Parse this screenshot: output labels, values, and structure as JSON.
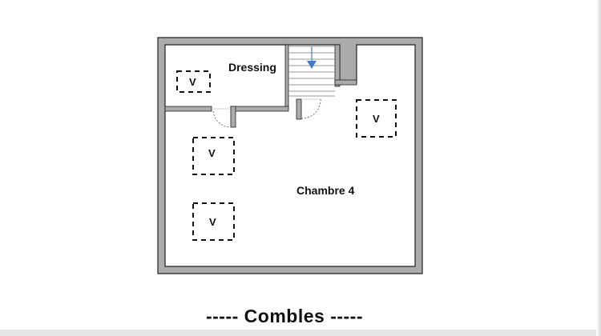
{
  "plan": {
    "rooms": {
      "dressing": "Dressing",
      "bedroom": "Chambre 4"
    },
    "velux_marker": "V",
    "caption": "-----  Combles  -----"
  },
  "colors": {
    "wall": "#ababab",
    "outline": "#222222",
    "arrow": "#4a78c8",
    "stair_line": "#9a9a9a"
  }
}
